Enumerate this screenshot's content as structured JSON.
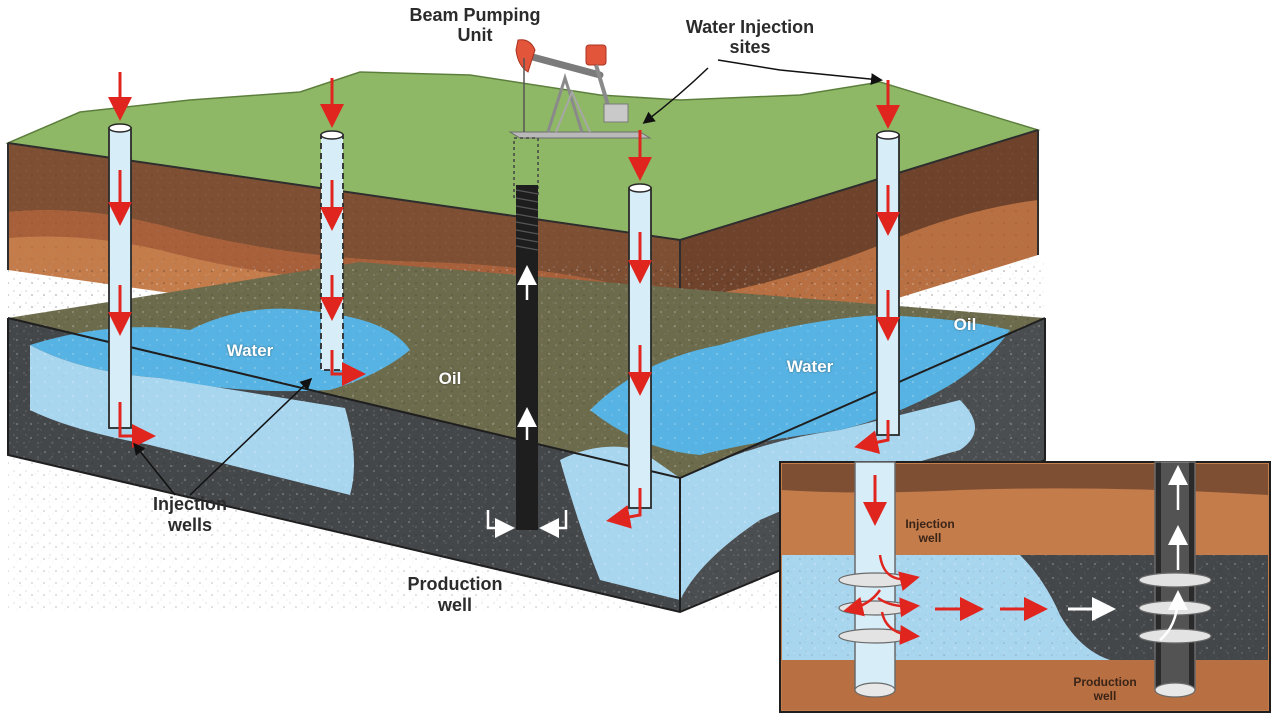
{
  "labels": {
    "beam_pumping_unit_1": "Beam Pumping",
    "beam_pumping_unit_2": "Unit",
    "water_injection_sites_1": "Water Injection",
    "water_injection_sites_2": "sites",
    "injection_wells_1": "Injection",
    "injection_wells_2": "wells",
    "production_well_1": "Production",
    "production_well_2": "well",
    "water_left": "Water",
    "water_right": "Water",
    "oil_center": "Oil",
    "oil_right": "Oil",
    "inset_injection_well_1": "Injection",
    "inset_injection_well_2": "well",
    "inset_production_well_1": "Production",
    "inset_production_well_2": "well"
  },
  "colors": {
    "grass": "#8fb866",
    "soil_dark": "#7f4f33",
    "soil_mid": "#a8603b",
    "soil_light": "#c47c4b",
    "rock_dark": "#44474a",
    "rock_olive": "#6c6b4c",
    "water": "#a9d6ef",
    "water_deep": "#57b3e3",
    "pipe": "#d7eef9",
    "pipe_black": "#1e1e1e",
    "arrow_red": "#e0251f",
    "arrow_white": "#ffffff",
    "text": "#2b2b2b"
  }
}
